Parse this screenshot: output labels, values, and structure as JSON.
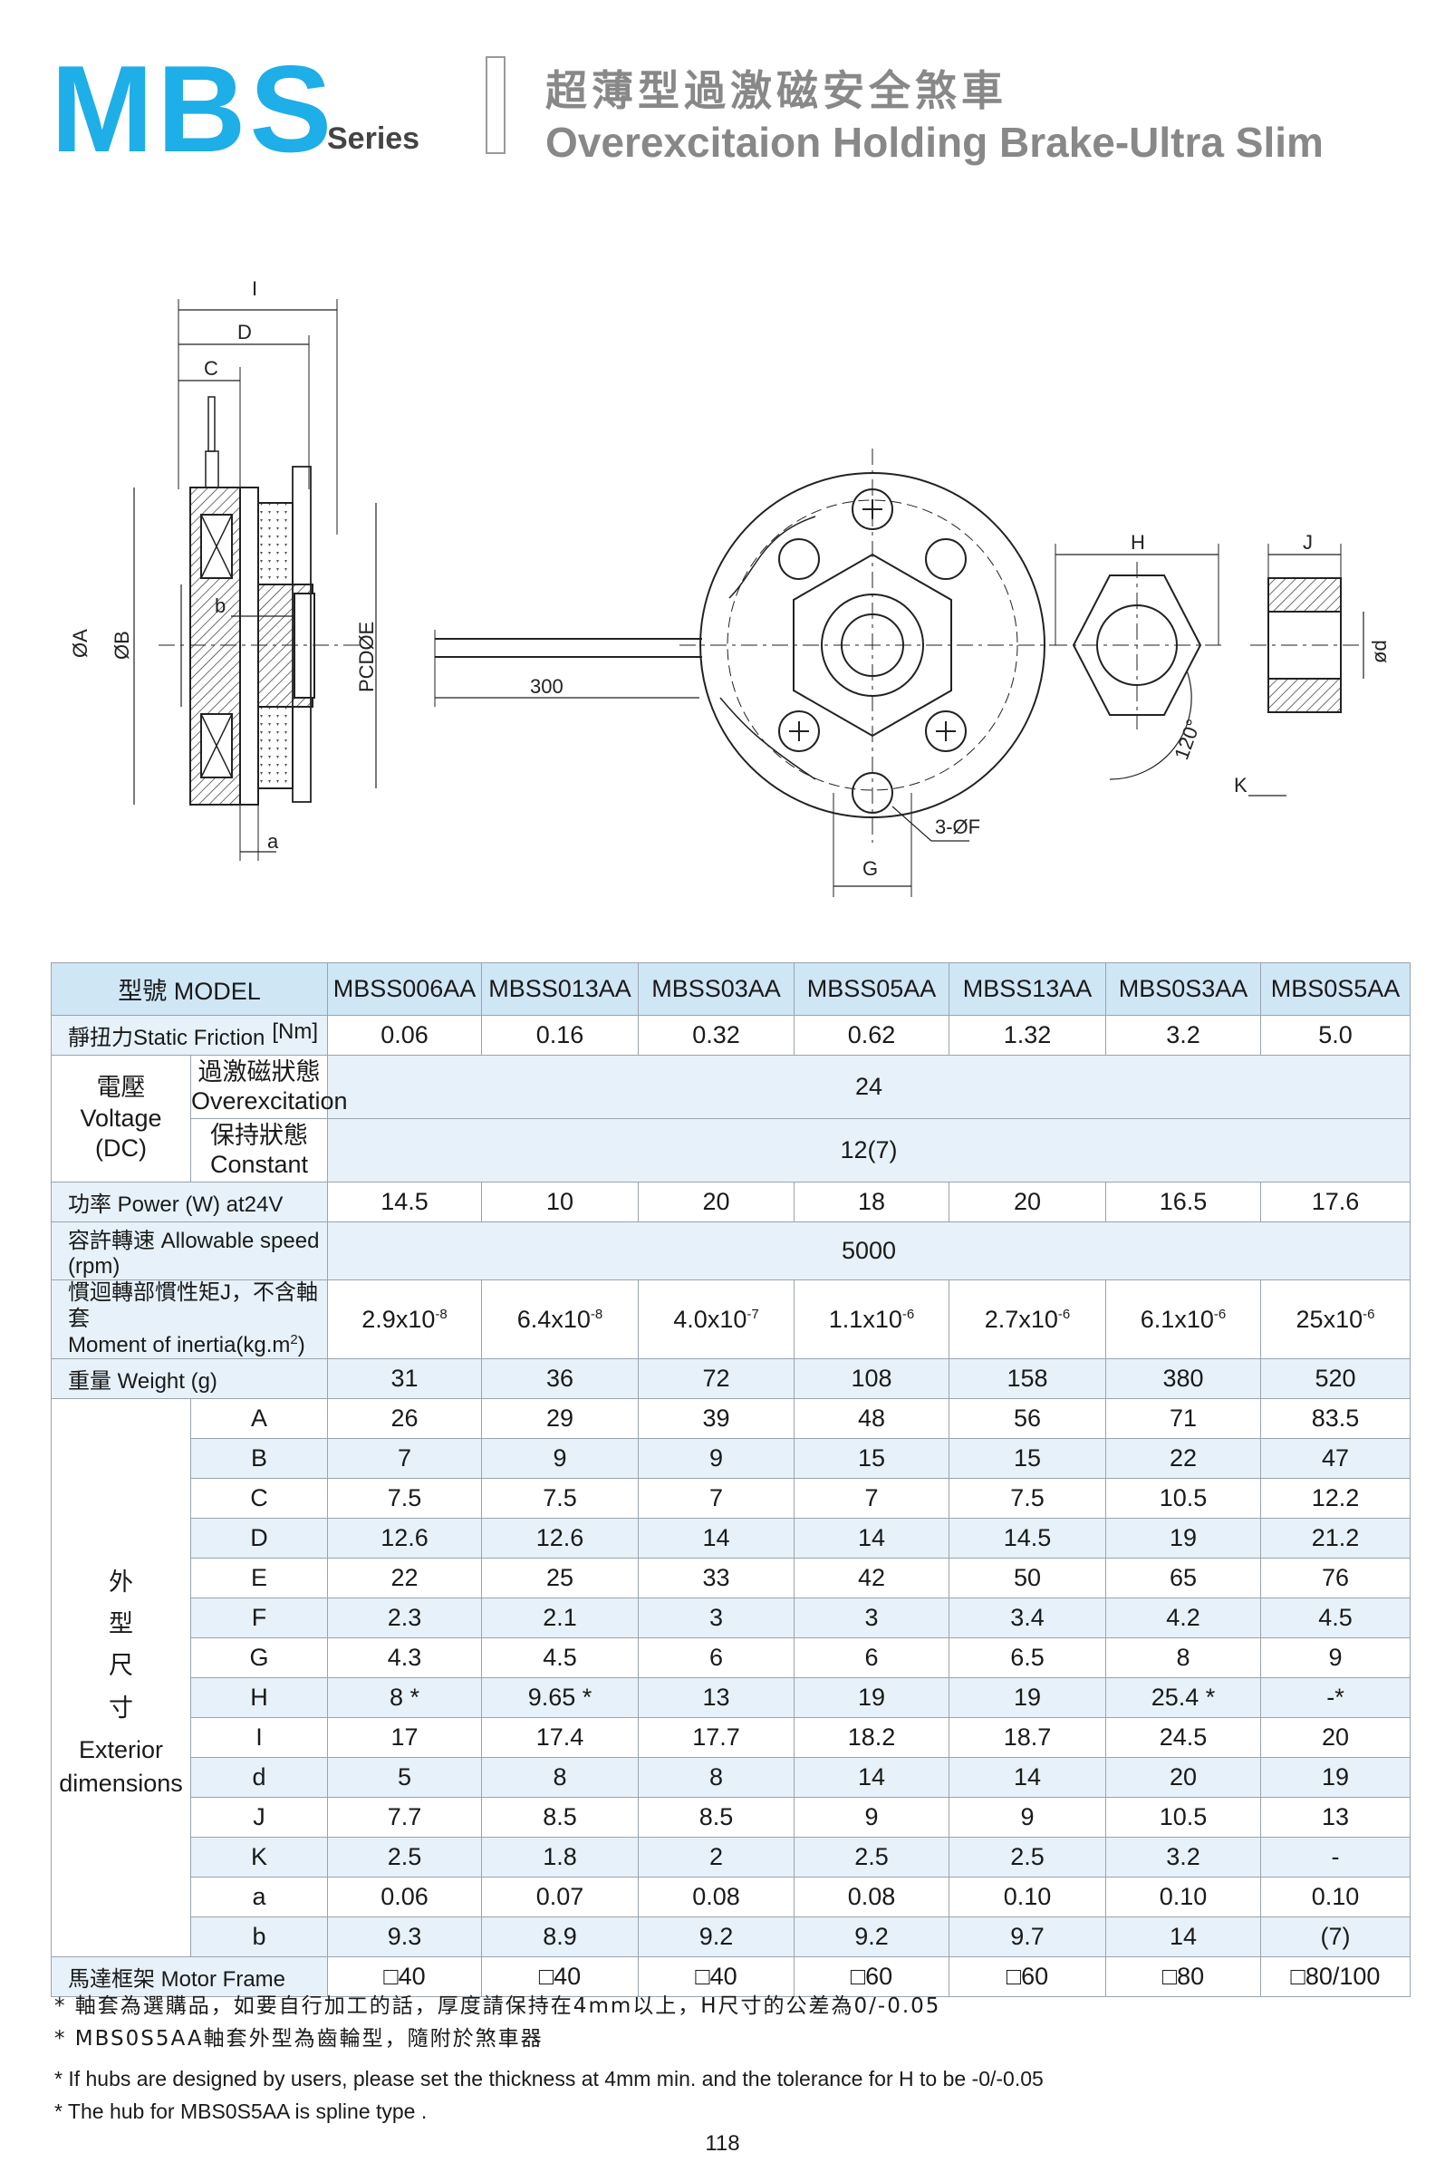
{
  "header": {
    "logo": "MBS",
    "series": "Series",
    "title_zh": "超薄型過激磁安全煞車",
    "title_en": "Overexcitaion Holding Brake-Ultra Slim"
  },
  "drawing": {
    "labels": {
      "I": "I",
      "D": "D",
      "C": "C",
      "b": "b",
      "a": "a",
      "phiA": "ØA",
      "phiB": "ØB",
      "pcd": "PCDØE",
      "len300": "300",
      "G": "G",
      "holes": "3-ØF",
      "H": "H",
      "J": "J",
      "K": "K",
      "d": "ød",
      "angle": "120°"
    }
  },
  "table": {
    "model_label": "型號 MODEL",
    "models": [
      "MBSS006AA",
      "MBSS013AA",
      "MBSS03AA",
      "MBSS05AA",
      "MBSS13AA",
      "MBS0S3AA",
      "MBS0S5AA"
    ],
    "static_friction": {
      "label": "靜扭力Static Friction",
      "unit": "[Nm]",
      "values": [
        "0.06",
        "0.16",
        "0.32",
        "0.62",
        "1.32",
        "3.2",
        "5.0"
      ]
    },
    "voltage": {
      "label_zh": "電壓",
      "label_en": "Voltage",
      "label_dc": "(DC)",
      "overexcitation_zh": "過激磁狀態",
      "overexcitation_en": "Overexcitation",
      "overexcitation_value": "24",
      "constant_zh": "保持狀態",
      "constant_en": "Constant",
      "constant_value": "12(7)"
    },
    "power": {
      "label": "功率  Power (W) at24V",
      "values": [
        "14.5",
        "10",
        "20",
        "18",
        "20",
        "16.5",
        "17.6"
      ]
    },
    "speed": {
      "label": "容許轉速  Allowable speed (rpm)",
      "value": "5000"
    },
    "inertia": {
      "label_zh": "慣迴轉部慣性矩J，不含軸套",
      "label_en": "Moment of inertia(kg.m",
      "label_sup": "2",
      "label_end": ")",
      "values": [
        {
          "base": "2.9x10",
          "exp": "-8"
        },
        {
          "base": "6.4x10",
          "exp": "-8"
        },
        {
          "base": "4.0x10",
          "exp": "-7"
        },
        {
          "base": "1.1x10",
          "exp": "-6"
        },
        {
          "base": "2.7x10",
          "exp": "-6"
        },
        {
          "base": "6.1x10",
          "exp": "-6"
        },
        {
          "base": "25x10",
          "exp": "-6"
        }
      ]
    },
    "weight": {
      "label": "重量  Weight (g)",
      "values": [
        "31",
        "36",
        "72",
        "108",
        "158",
        "380",
        "520"
      ]
    },
    "exterior": {
      "label_zh": [
        "外",
        "型",
        "尺",
        "寸"
      ],
      "label_en_1": "Exterior",
      "label_en_2": "dimensions",
      "rows": [
        {
          "key": "A",
          "values": [
            "26",
            "29",
            "39",
            "48",
            "56",
            "71",
            "83.5"
          ]
        },
        {
          "key": "B",
          "values": [
            "7",
            "9",
            "9",
            "15",
            "15",
            "22",
            "47"
          ]
        },
        {
          "key": "C",
          "values": [
            "7.5",
            "7.5",
            "7",
            "7",
            "7.5",
            "10.5",
            "12.2"
          ]
        },
        {
          "key": "D",
          "values": [
            "12.6",
            "12.6",
            "14",
            "14",
            "14.5",
            "19",
            "21.2"
          ]
        },
        {
          "key": "E",
          "values": [
            "22",
            "25",
            "33",
            "42",
            "50",
            "65",
            "76"
          ]
        },
        {
          "key": "F",
          "values": [
            "2.3",
            "2.1",
            "3",
            "3",
            "3.4",
            "4.2",
            "4.5"
          ]
        },
        {
          "key": "G",
          "values": [
            "4.3",
            "4.5",
            "6",
            "6",
            "6.5",
            "8",
            "9"
          ]
        },
        {
          "key": "H",
          "values": [
            "8 *",
            "9.65 *",
            "13",
            "19",
            "19",
            "25.4 *",
            "-*"
          ]
        },
        {
          "key": "I",
          "values": [
            "17",
            "17.4",
            "17.7",
            "18.2",
            "18.7",
            "24.5",
            "20"
          ]
        },
        {
          "key": "d",
          "values": [
            "5",
            "8",
            "8",
            "14",
            "14",
            "20",
            "19"
          ]
        },
        {
          "key": "J",
          "values": [
            "7.7",
            "8.5",
            "8.5",
            "9",
            "9",
            "10.5",
            "13"
          ]
        },
        {
          "key": "K",
          "values": [
            "2.5",
            "1.8",
            "2",
            "2.5",
            "2.5",
            "3.2",
            "-"
          ]
        },
        {
          "key": "a",
          "values": [
            "0.06",
            "0.07",
            "0.08",
            "0.08",
            "0.10",
            "0.10",
            "0.10"
          ]
        },
        {
          "key": "b",
          "values": [
            "9.3",
            "8.9",
            "9.2",
            "9.2",
            "9.7",
            "14",
            "(7)"
          ]
        }
      ]
    },
    "motor_frame": {
      "label": "馬達框架  Motor Frame",
      "values": [
        "□40",
        "□40",
        "□40",
        "□60",
        "□60",
        "□80",
        "□80/100"
      ]
    }
  },
  "notes": {
    "zh_1": "* 軸套為選購品，如要自行加工的話，厚度請保持在4mm以上，H尺寸的公差為0/-0.05",
    "zh_2": "* MBS0S5AA軸套外型為齒輪型，隨附於煞車器",
    "en_1": "* If hubs are designed by users, please set the thickness at 4mm min. and the tolerance for H to be -0/-0.05",
    "en_2": "* The hub for MBS0S5AA is spline type ."
  },
  "page_number": "118"
}
